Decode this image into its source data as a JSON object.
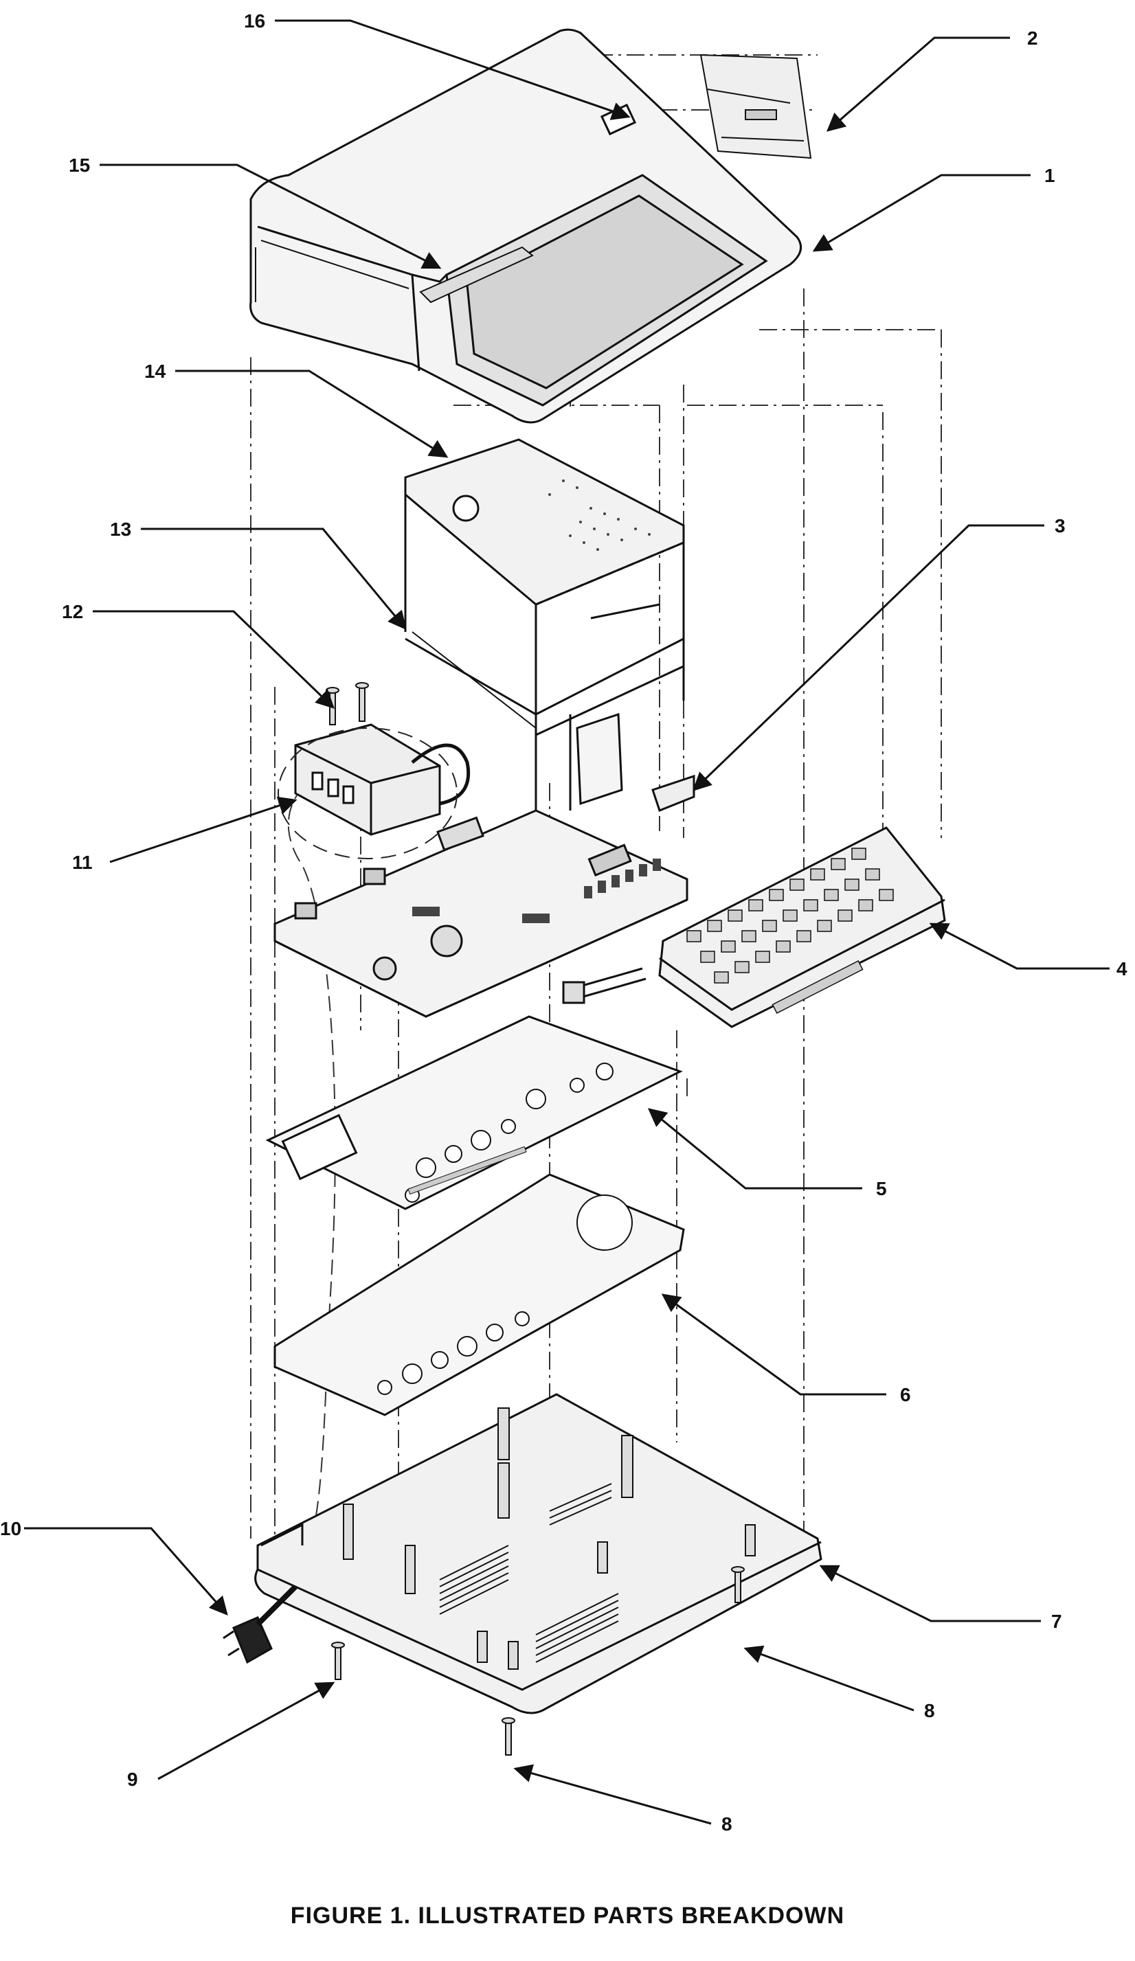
{
  "figure": {
    "caption": "FIGURE 1.  ILLUSTRATED PARTS BREAKDOWN"
  },
  "callouts": [
    "16",
    "2",
    "1",
    "15",
    "14",
    "13",
    "3",
    "12",
    "11",
    "4",
    "5",
    "6",
    "10",
    "7",
    "8",
    "9",
    "8"
  ],
  "colors": {
    "ink": "#111111",
    "paper": "#ffffff"
  }
}
